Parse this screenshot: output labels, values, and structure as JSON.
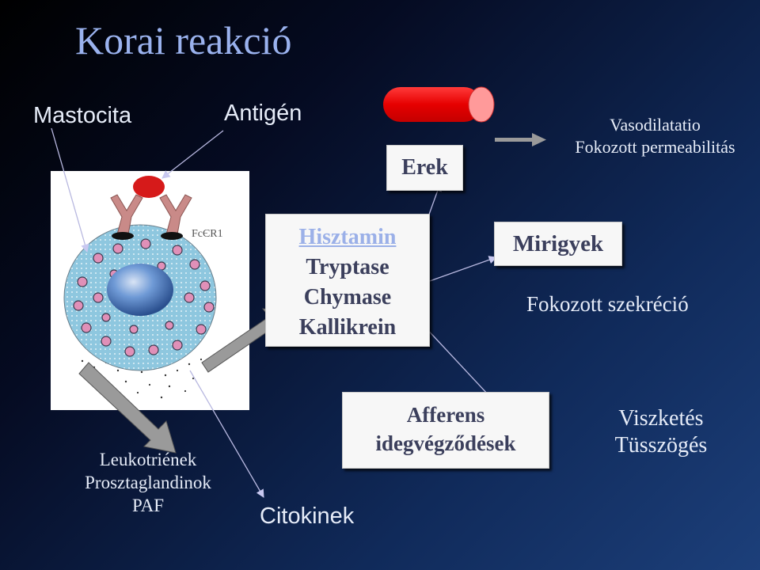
{
  "title": "Korai reakció",
  "labels": {
    "mastocita": "Mastocita",
    "antigen": "Antigén",
    "fcer1": "FcЄR1",
    "vasodilatatio": "Vasodilatatio",
    "permeabilitas": "Fokozott permeabilitás",
    "fokozott_szekrecio": "Fokozott szekréció",
    "leukotrienek": "Leukotriének",
    "prosztaglandinok": "Prosztaglandinok",
    "paf": "PAF",
    "citokinek": "Citokinek",
    "viszketes": "Viszketés",
    "tusszoges": "Tüsszögés"
  },
  "boxes": {
    "erek": "Erek",
    "mediators": [
      "Hisztamin",
      "Tryptase",
      "Chymase",
      "Kallikrein"
    ],
    "mirigyek": "Mirigyek",
    "afferens": [
      "Afferens",
      "idegvégződések"
    ]
  },
  "colors": {
    "title": "#9ab2ee",
    "background_dark": "#000000",
    "background_light": "#1c3f7a",
    "vessel": "#ee1111",
    "cell": "#8ec7df",
    "nucleus": "#5f8fd2",
    "granule": "#e090b8",
    "receptor": "#c98a88",
    "antigen": "#d61a1a"
  }
}
